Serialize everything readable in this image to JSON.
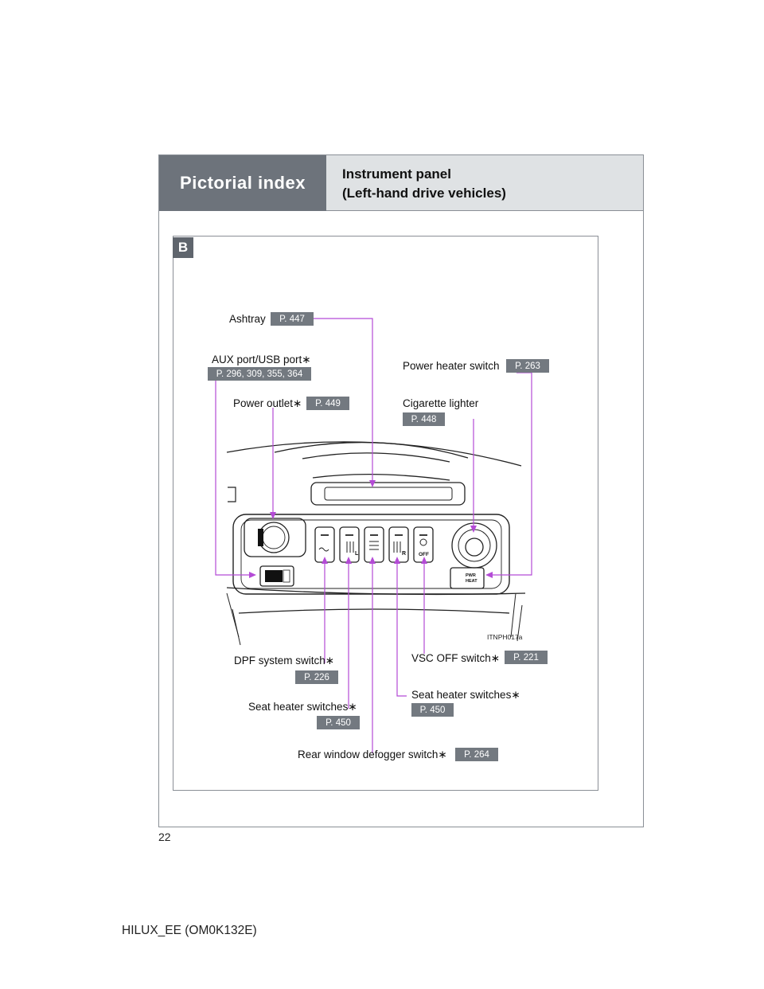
{
  "header": {
    "section": "Pictorial index",
    "title_line1": "Instrument panel",
    "title_line2": "(Left-hand drive vehicles)"
  },
  "figure": {
    "badge": "B",
    "code": "ITNPH017a"
  },
  "callouts": {
    "ashtray": {
      "label": "Ashtray",
      "page": "P. 447"
    },
    "aux_usb": {
      "label": "AUX port/USB port∗",
      "page": "P. 296, 309, 355, 364"
    },
    "power_outlet": {
      "label": "Power outlet∗",
      "page": "P. 449"
    },
    "power_heater": {
      "label": "Power heater switch",
      "page": "P. 263"
    },
    "cigarette_lighter": {
      "label": "Cigarette lighter",
      "page": "P. 448"
    },
    "dpf": {
      "label": "DPF system switch∗",
      "page": "P. 226"
    },
    "seat_heater_left": {
      "label": "Seat heater switches∗",
      "page": "P. 450"
    },
    "rear_defogger": {
      "label": "Rear window defogger switch∗",
      "page": "P. 264"
    },
    "vsc_off": {
      "label": "VSC OFF switch∗",
      "page": "P. 221"
    },
    "seat_heater_right": {
      "label": "Seat heater switches∗",
      "page": "P. 450"
    }
  },
  "switch_marks": {
    "seat_l": "L",
    "seat_r": "R",
    "vsc": "OFF",
    "pwr_heat_1": "PWR",
    "pwr_heat_2": "HEAT"
  },
  "colors": {
    "leader": "#b44bd6",
    "header_dark": "#6d737b",
    "header_light": "#dfe2e4",
    "page_ref": "#737980"
  },
  "page": {
    "number": "22",
    "footer": "HILUX_EE (OM0K132E)"
  }
}
